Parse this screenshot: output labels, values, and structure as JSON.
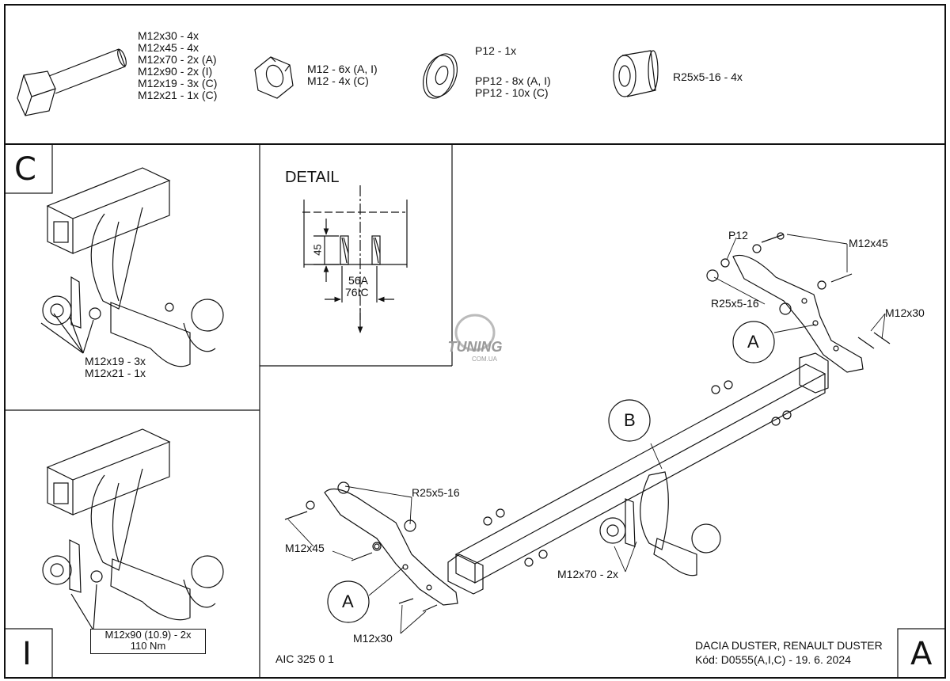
{
  "hardware": {
    "bolts": [
      "M12x30 - 4x",
      "M12x45 - 4x",
      "M12x70 - 2x (A)",
      "M12x90 - 2x (I)",
      "M12x19 - 3x (C)",
      "M12x21 - 1x (C)"
    ],
    "nuts": [
      "M12 - 6x (A, I)",
      "M12 - 4x (C)"
    ],
    "washer_p": "P12 - 1x",
    "washers_pp": [
      "PP12 - 8x (A, I)",
      "PP12 - 10x (C)"
    ],
    "spacer": "R25x5-16 - 4x"
  },
  "view_c": {
    "letter": "C",
    "callouts": [
      "M12x19 - 3x",
      "M12x21 - 1x"
    ]
  },
  "view_i": {
    "letter": "I",
    "torque_box": [
      "M12x90 (10.9) - 2x",
      "110 Nm"
    ]
  },
  "detail": {
    "title": "DETAIL",
    "dim_height": "45",
    "labels": [
      "56A",
      "76IC"
    ]
  },
  "main": {
    "labels": {
      "p12": "P12",
      "r25_top": "R25x5-16",
      "m12x45_top": "M12x45",
      "m12x30_top": "M12x30",
      "r25_left": "R25x5-16",
      "m12x45_left": "M12x45",
      "m12x30_bottom": "M12x30",
      "m12x70": "M12x70 - 2x"
    },
    "balloons": {
      "a_top": "A",
      "b": "B",
      "a_bottom": "A"
    },
    "watermark": {
      "main": "TUNING",
      "sub": "COM.UA"
    }
  },
  "footer": {
    "code": "AIC 325 0 1",
    "vehicle": "DACIA DUSTER, RENAULT DUSTER",
    "kod": "Kód: D0555(A,I,C) - 19. 6. 2024",
    "sheet_letter": "A"
  }
}
